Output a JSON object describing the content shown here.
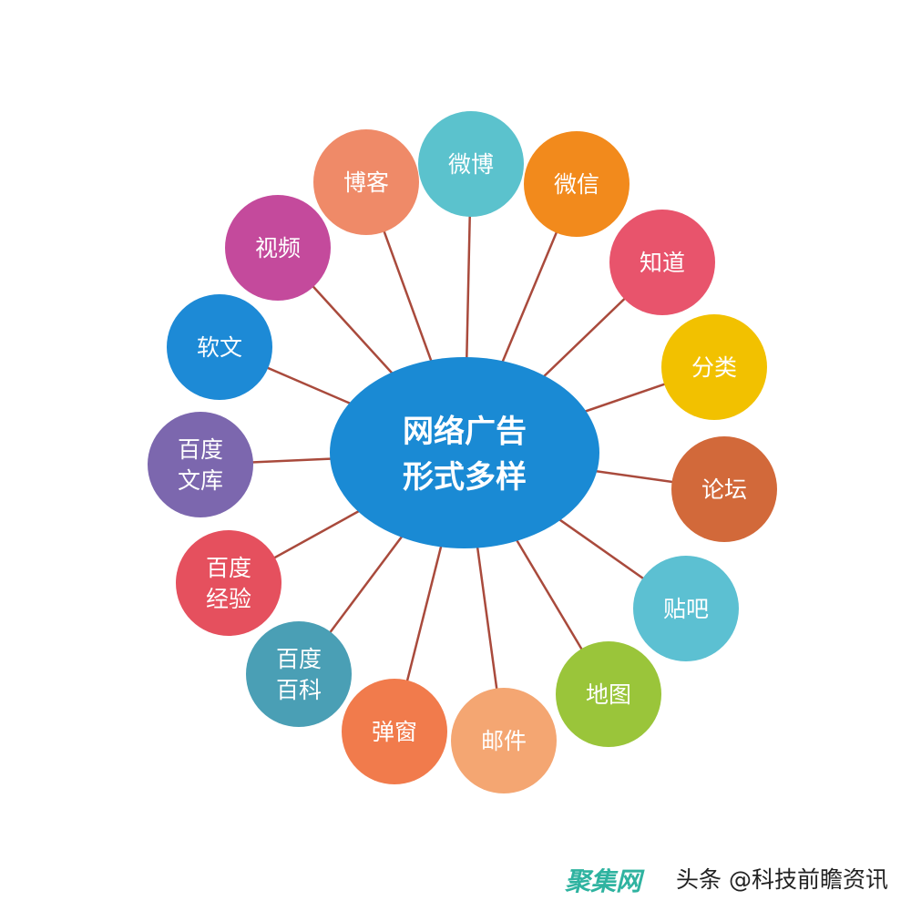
{
  "center": {
    "line1": "网络广告",
    "line2": "形式多样",
    "color": "#1a8ad4"
  },
  "connector_color": "#a94a3c",
  "nodes": [
    {
      "lines": [
        "微博"
      ],
      "color": "#5bc2cd"
    },
    {
      "lines": [
        "微信"
      ],
      "color": "#f28a1c"
    },
    {
      "lines": [
        "知道"
      ],
      "color": "#e8546c"
    },
    {
      "lines": [
        "分类"
      ],
      "color": "#f2c100"
    },
    {
      "lines": [
        "论坛"
      ],
      "color": "#d2693a"
    },
    {
      "lines": [
        "贴吧"
      ],
      "color": "#5cc0d2"
    },
    {
      "lines": [
        "地图"
      ],
      "color": "#9ac53a"
    },
    {
      "lines": [
        "邮件"
      ],
      "color": "#f4a672"
    },
    {
      "lines": [
        "弹窗"
      ],
      "color": "#f17b4c"
    },
    {
      "lines": [
        "百度",
        "百科"
      ],
      "color": "#4a9fb5"
    },
    {
      "lines": [
        "百度",
        "经验"
      ],
      "color": "#e5505e"
    },
    {
      "lines": [
        "百度",
        "文库"
      ],
      "color": "#7c67ae"
    },
    {
      "lines": [
        "软文"
      ],
      "color": "#1d8ad6"
    },
    {
      "lines": [
        "视频"
      ],
      "color": "#c44a9c"
    },
    {
      "lines": [
        "博客"
      ],
      "color": "#ef8a68"
    }
  ],
  "watermark": {
    "text": "头条 @科技前瞻资讯",
    "overlay": "聚集网"
  }
}
